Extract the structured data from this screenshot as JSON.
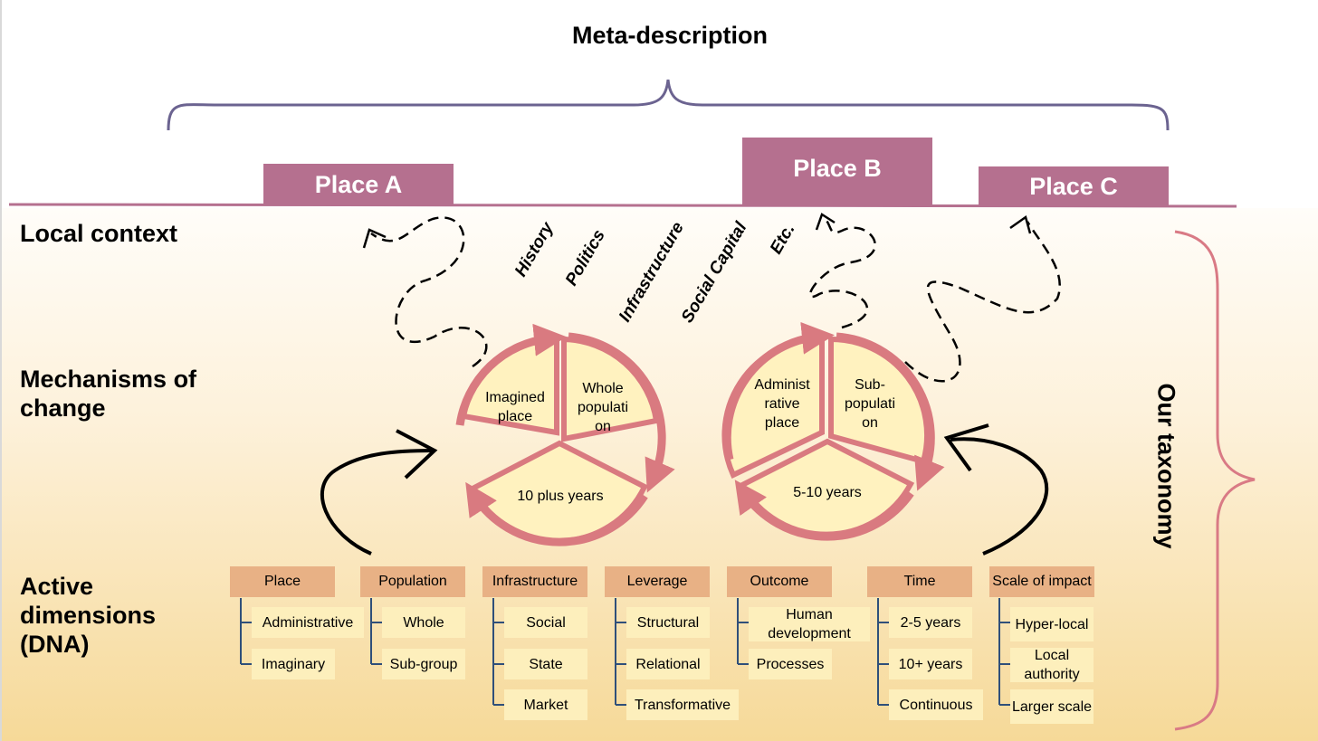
{
  "title": "Meta-description",
  "places": [
    {
      "label": "Place A"
    },
    {
      "label": "Place B"
    },
    {
      "label": "Place C"
    }
  ],
  "rows": {
    "local_context": "Local context",
    "mechanisms": "Mechanisms of change",
    "active_dimensions": "Active dimensions (DNA)"
  },
  "side_label": "Our taxonomy",
  "context_words": [
    "History",
    "Politics",
    "Infrastructure",
    "Social Capital",
    "Etc."
  ],
  "cycles": [
    {
      "segments": [
        "Imagined place",
        "Whole populati on",
        "10 plus years"
      ]
    },
    {
      "segments": [
        "Administ rative place",
        "Sub-populati on",
        "5-10 years"
      ]
    }
  ],
  "dimensions": [
    {
      "header": "Place",
      "items": [
        "Administrative",
        "Imaginary"
      ]
    },
    {
      "header": "Population",
      "items": [
        "Whole",
        "Sub-group"
      ]
    },
    {
      "header": "Infrastructure",
      "items": [
        "Social",
        "State",
        "Market"
      ]
    },
    {
      "header": "Leverage",
      "items": [
        "Structural",
        "Relational",
        "Transformative"
      ]
    },
    {
      "header": "Outcome",
      "items": [
        "Human development",
        "Processes"
      ]
    },
    {
      "header": "Time",
      "items": [
        "2-5 years",
        "10+ years",
        "Continuous"
      ]
    },
    {
      "header": "Scale of impact",
      "items": [
        "Hyper-local",
        "Local authority",
        "Larger scale"
      ]
    }
  ],
  "colors": {
    "place_box": "#b5708f",
    "brace_top": "#6b6390",
    "brace_right": "#d97a85",
    "cycle_arrow": "#d97a80",
    "segment_fill": "#fff2bf",
    "dimension_header": "#e8b185",
    "dimension_item": "#fdefbc"
  }
}
